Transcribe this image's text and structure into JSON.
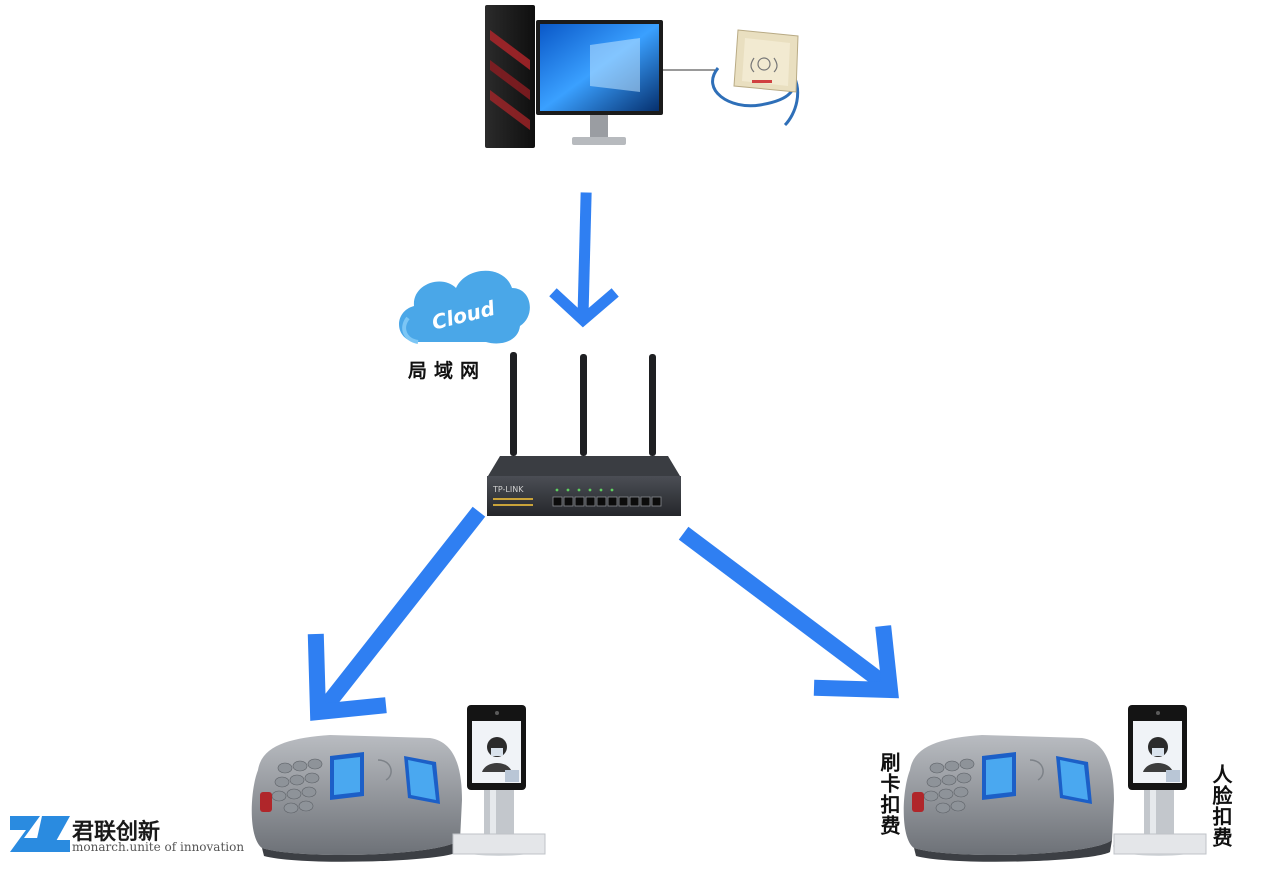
{
  "network": {
    "cloud_text": "Cloud",
    "lan_label": "局域网",
    "router_brand": "TP-LINK"
  },
  "terminals": {
    "card_label": "刷卡扣费",
    "face_label": "人脸扣费"
  },
  "logo": {
    "name_cn": "君联创新",
    "name_en": "monarch.unite of innovation"
  },
  "colors": {
    "arrow": "#2f7ff2",
    "cloud": "#4aa7e8",
    "text": "#111111"
  },
  "icons": [
    "desktop-computer-icon",
    "card-reader-icon",
    "cloud-icon",
    "router-icon",
    "pos-terminal-icon",
    "face-terminal-icon",
    "arrow-icon"
  ]
}
